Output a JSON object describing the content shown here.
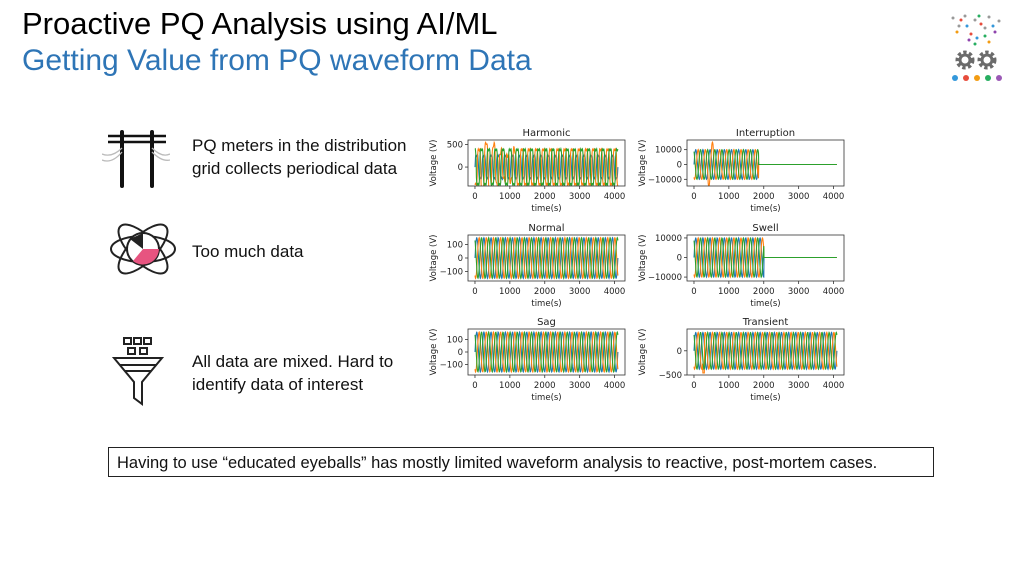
{
  "header": {
    "title": "Proactive PQ Analysis using AI/ML",
    "subtitle": "Getting Value from PQ waveform Data"
  },
  "rows": [
    {
      "icon": "power-pole-icon",
      "text_line1": "PQ meters in the distribution",
      "text_line2": "grid collects periodical data"
    },
    {
      "icon": "data-pie-icon",
      "text_line1": "Too much data"
    },
    {
      "icon": "funnel-filter-icon",
      "text_line1": "All data are mixed. Hard to",
      "text_line2": "identify data of interest"
    }
  ],
  "note": "Having to use “educated eyeballs” has mostly limited waveform analysis to reactive, post-mortem cases.",
  "colors": {
    "accent": "#2E75B6",
    "phase_a": "#1f77b4",
    "phase_b": "#ff7f0e",
    "phase_c": "#2ca02c"
  },
  "chart_data": [
    {
      "type": "line",
      "title": "Harmonic",
      "xlabel": "time(s)",
      "ylabel": "Voltage (V)",
      "xlim": [
        -200,
        4300
      ],
      "ylim": [
        -420,
        600
      ],
      "xticks": [
        0,
        1000,
        2000,
        3000,
        4000
      ],
      "yticks": [
        0,
        500
      ],
      "amplitude": 380,
      "cycles": 20,
      "cutoff": null,
      "distortion": "harmonic"
    },
    {
      "type": "line",
      "title": "Interruption",
      "xlabel": "time(s)",
      "ylabel": "Voltage (V)",
      "xlim": [
        -200,
        4300
      ],
      "ylim": [
        -14500,
        16500
      ],
      "xticks": [
        0,
        1000,
        2000,
        3000,
        4000
      ],
      "yticks": [
        -10000,
        0,
        10000
      ],
      "amplitude": 10000,
      "cycles": 20,
      "cutoff": 1850,
      "distortion": "interruption"
    },
    {
      "type": "line",
      "title": "Normal",
      "xlabel": "time(s)",
      "ylabel": "Voltage (V)",
      "xlim": [
        -200,
        4300
      ],
      "ylim": [
        -170,
        170
      ],
      "xticks": [
        0,
        1000,
        2000,
        3000,
        4000
      ],
      "yticks": [
        -100,
        0,
        100
      ],
      "amplitude": 150,
      "cycles": 20,
      "cutoff": null,
      "distortion": "none"
    },
    {
      "type": "line",
      "title": "Swell",
      "xlabel": "time(s)",
      "ylabel": "Voltage (V)",
      "xlim": [
        -200,
        4300
      ],
      "ylim": [
        -12000,
        11500
      ],
      "xticks": [
        0,
        1000,
        2000,
        3000,
        4000
      ],
      "yticks": [
        -10000,
        0,
        10000
      ],
      "amplitude": 10000,
      "cycles": 20,
      "cutoff": 2000,
      "distortion": "swell"
    },
    {
      "type": "line",
      "title": "Sag",
      "xlabel": "time(s)",
      "ylabel": "Voltage (V)",
      "xlim": [
        -200,
        4300
      ],
      "ylim": [
        -185,
        185
      ],
      "xticks": [
        0,
        1000,
        2000,
        3000,
        4000
      ],
      "yticks": [
        -100,
        0,
        100
      ],
      "amplitude": 160,
      "cycles": 20,
      "cutoff": null,
      "distortion": "sag"
    },
    {
      "type": "line",
      "title": "Transient",
      "xlabel": "time(s)",
      "ylabel": "Voltage (V)",
      "xlim": [
        -200,
        4300
      ],
      "ylim": [
        -500,
        450
      ],
      "xticks": [
        0,
        1000,
        2000,
        3000,
        4000
      ],
      "yticks": [
        -500,
        0
      ],
      "amplitude": 380,
      "cycles": 20,
      "cutoff": null,
      "distortion": "transient"
    }
  ]
}
